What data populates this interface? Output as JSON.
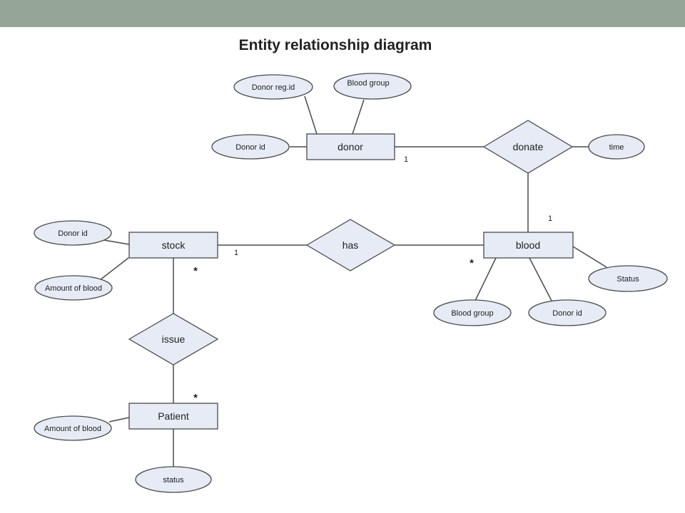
{
  "title": "Entity relationship diagram",
  "entities": {
    "donor": "donor",
    "stock": "stock",
    "blood": "blood",
    "patient": "Patient"
  },
  "relationships": {
    "donate": "donate",
    "has": "has",
    "issue": "issue"
  },
  "attributes": {
    "donor_reg_id": "Donor reg.id",
    "donor_blood_group": "Blood group",
    "donor_id": "Donor id",
    "donate_time": "time",
    "stock_donor_id": "Donor id",
    "stock_amount": "Amount of blood",
    "blood_status": "Status",
    "blood_blood_group": "Blood group",
    "blood_donor_id": "Donor id",
    "patient_amount": "Amount of blood",
    "patient_status": "status"
  },
  "cardinalities": {
    "donor_donate": "1",
    "donate_blood": "1",
    "stock_has": "1",
    "has_blood": "*",
    "stock_issue": "*",
    "issue_patient": "*"
  },
  "colors": {
    "band": "#95a596",
    "shape_fill": "#e6ebf5",
    "stroke": "#4a4a4a"
  }
}
